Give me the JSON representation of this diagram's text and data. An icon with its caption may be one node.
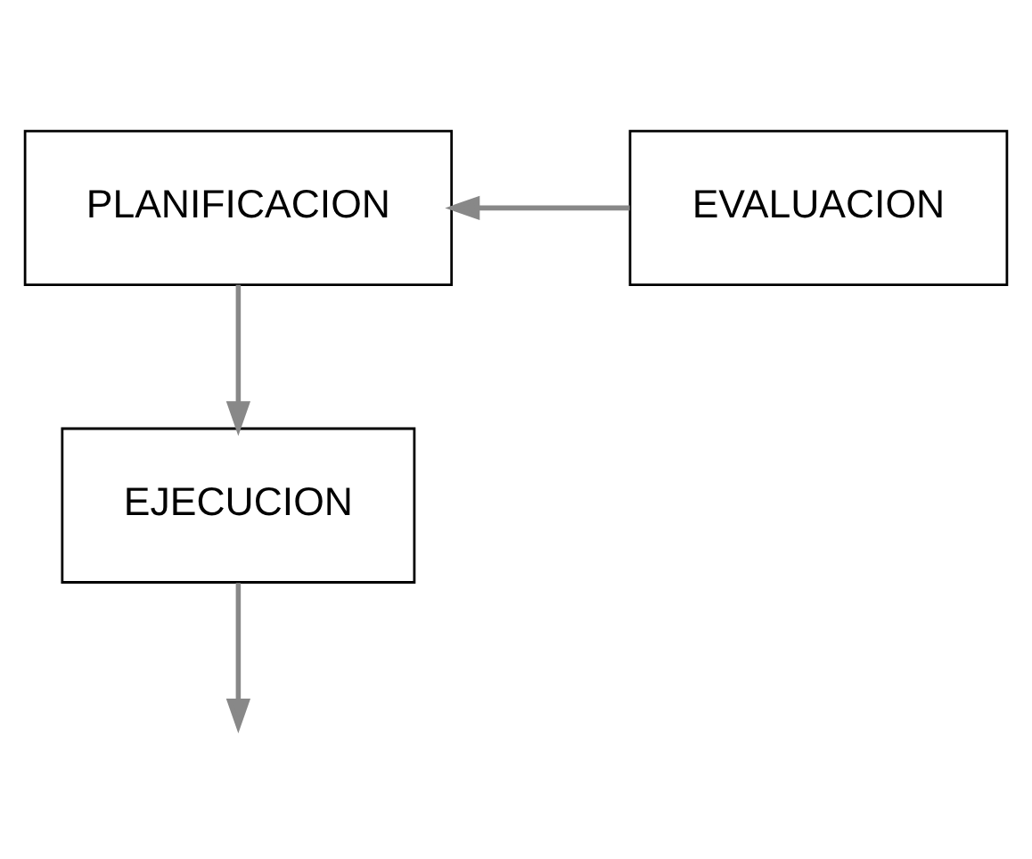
{
  "diagram": {
    "nodes": [
      {
        "text": [
          "PLANIFICACION"
        ]
      },
      {
        "text": [
          "EJECUCION"
        ]
      },
      {
        "text": [
          "EVALUACION"
        ]
      }
    ],
    "edges": [
      {
        "from": 0,
        "to": 1,
        "arrow": "to"
      },
      {
        "from": 1,
        "to": null,
        "arrow": "to"
      },
      {
        "from": 2,
        "to": 0,
        "arrow": "to"
      }
    ]
  }
}
